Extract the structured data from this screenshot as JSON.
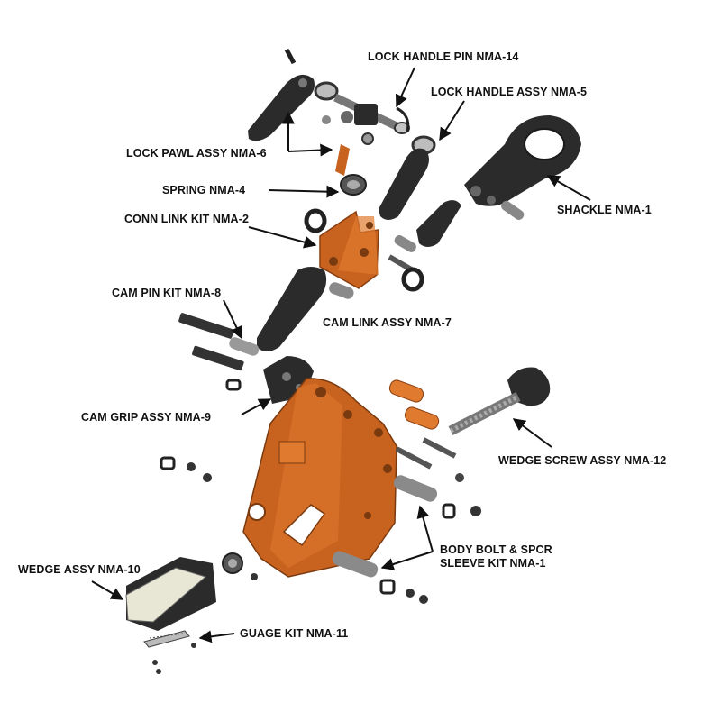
{
  "colors": {
    "orange": "#c8621f",
    "orange_light": "#e07a2e",
    "dark": "#2b2b2b",
    "gray": "#8a8a8a",
    "cream": "#e8e6d4",
    "leader": "#111111"
  },
  "labels": {
    "lock_handle_pin": "LOCK HANDLE PIN NMA-14",
    "lock_handle_assy": "LOCK HANDLE ASSY NMA-5",
    "lock_pawl_assy": "LOCK PAWL ASSY NMA-6",
    "spring": "SPRING NMA-4",
    "shackle": "SHACKLE NMA-1",
    "conn_link_kit": "CONN LINK KIT NMA-2",
    "cam_pin_kit": "CAM PIN KIT NMA-8",
    "cam_link_assy": "CAM LINK ASSY NMA-7",
    "cam_grip_assy": "CAM GRIP ASSY NMA-9",
    "wedge_screw_assy": "WEDGE SCREW ASSY NMA-12",
    "body_bolt_line1": "BODY BOLT & SPCR",
    "body_bolt_line2": "SLEEVE KIT NMA-1",
    "wedge_assy": "WEDGE ASSY NMA-10",
    "guage_kit": "GUAGE KIT NMA-11"
  }
}
